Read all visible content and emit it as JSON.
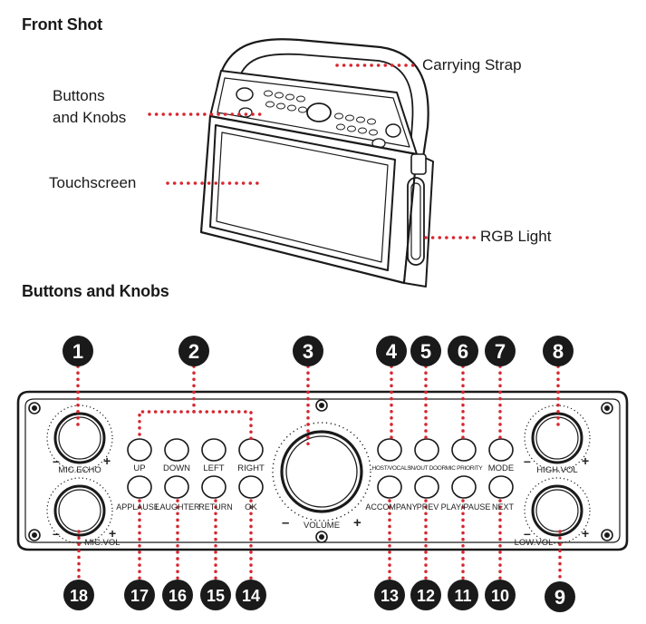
{
  "front_section": {
    "heading": "Front Shot",
    "labels": {
      "carrying_strap": "Carrying Strap",
      "buttons_knobs_line1": "Buttons",
      "buttons_knobs_line2": "and Knobs",
      "touchscreen": "Touchscreen",
      "rgb_light": "RGB Light"
    }
  },
  "panel_section": {
    "heading": "Buttons and Knobs",
    "numbers": [
      "1",
      "2",
      "3",
      "4",
      "5",
      "6",
      "7",
      "8",
      "9",
      "10",
      "11",
      "12",
      "13",
      "14",
      "15",
      "16",
      "17",
      "18"
    ],
    "knob_labels": {
      "mic_echo": "MIC.ECHO",
      "mic_vol": "MIC.VOL",
      "volume": "VOLUME",
      "high_vol": "HIGH.VOL",
      "low_vol": "LOW.VOL"
    },
    "button_labels": {
      "up": "UP",
      "down": "DOWN",
      "left": "LEFT",
      "right": "RIGHT",
      "applause": "APPLAUSE",
      "laughter": "LAUGHTER",
      "return": "RETURN",
      "ok": "OK",
      "host_vocals": "HOST/VOCALS",
      "in_out_door": "IN/OUT DOOR",
      "mic_priority": "MIC PRIORITY",
      "mode": "MODE",
      "accompany": "ACCOMPANY",
      "prev": "PREV",
      "play_pause": "PLAY/PAUSE",
      "next": "NEXT"
    },
    "signs": {
      "minus": "–",
      "plus": "+"
    }
  },
  "colors": {
    "leader": "#d7262f",
    "badge": "#1a1a1a",
    "ink": "#1a1a1a"
  }
}
